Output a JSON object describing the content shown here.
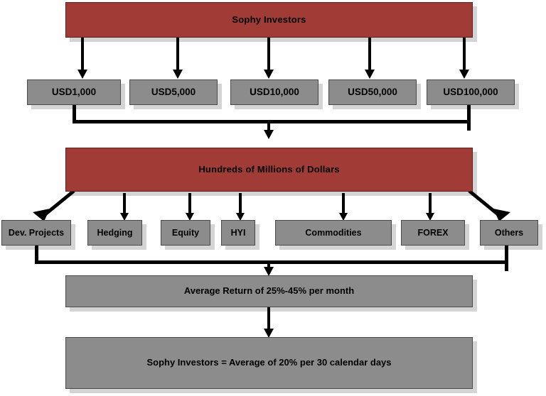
{
  "diagram": {
    "title": "Sophy Investors",
    "type": "flowchart",
    "colors": {
      "banner_fill": "#a03b36",
      "banner_border": "#5d201d",
      "box_fill": "#8c8c8c",
      "box_border": "#4a4a4a",
      "shadow": "#d4d4d4",
      "connector": "#000000",
      "text": "#000000",
      "background": "#ffffff"
    },
    "levels": {
      "top_banner": {
        "label": "Sophy Investors"
      },
      "denominations": {
        "items": [
          {
            "label": "USD1,000"
          },
          {
            "label": "USD5,000"
          },
          {
            "label": "USD10,000"
          },
          {
            "label": "USD50,000"
          },
          {
            "label": "USD100,000"
          }
        ]
      },
      "pool_banner": {
        "label": "Hundreds of Millions of Dollars"
      },
      "categories": {
        "items": [
          {
            "label": "Dev. Projects"
          },
          {
            "label": "Hedging"
          },
          {
            "label": "Equity"
          },
          {
            "label": "HYI"
          },
          {
            "label": "Commodities"
          },
          {
            "label": "FOREX"
          },
          {
            "label": "Others"
          }
        ]
      },
      "return_bar": {
        "label": "Average Return of 25%-45% per month"
      },
      "payout_bar": {
        "label": "Sophy Investors = Average of 20% per 30 calendar days"
      }
    }
  }
}
